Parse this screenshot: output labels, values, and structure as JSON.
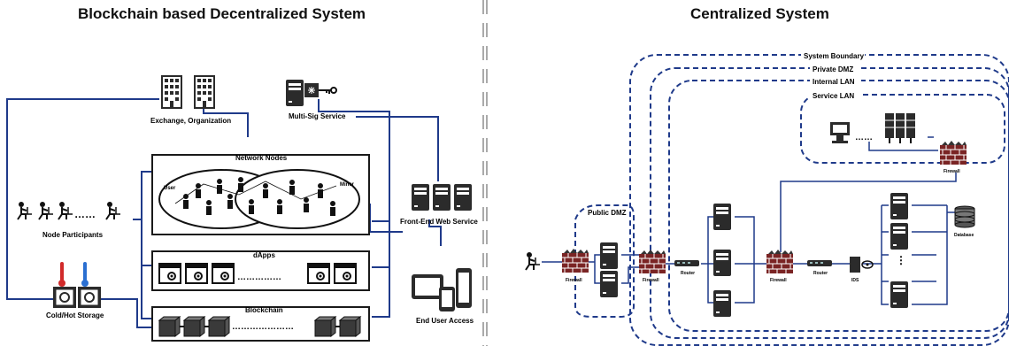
{
  "left": {
    "title": "Blockchain based Decentralized System",
    "labels": {
      "exchange": "Exchange, Organization",
      "multisig": "Multi-Sig Service",
      "network_nodes": "Network Nodes",
      "user": "User",
      "miner": "Miner",
      "node_participants": "Node Participants",
      "dapps": "dApps",
      "blockchain": "Blockchain",
      "storage": "Cold/Hot Storage",
      "frontend": "Front-End Web Service",
      "end_user": "End User Access"
    }
  },
  "right": {
    "title": "Centralized System",
    "labels": {
      "system_boundary": "System Boundary",
      "private_dmz": "Private DMZ",
      "internal_lan": "Internal LAN",
      "service_lan": "Service LAN",
      "public_dmz": "Public DMZ",
      "firewall": "Firewall",
      "router": "Router",
      "ids": "IDS",
      "database": "Database"
    }
  },
  "colors": {
    "line_blue": "#1f3a8a",
    "box_dark": "#1a1a1a",
    "icon_fill": "#2b2b2b",
    "brick_red": "#7a2424",
    "thermo_red": "#d12a2a",
    "thermo_blue": "#2a6fd1"
  }
}
